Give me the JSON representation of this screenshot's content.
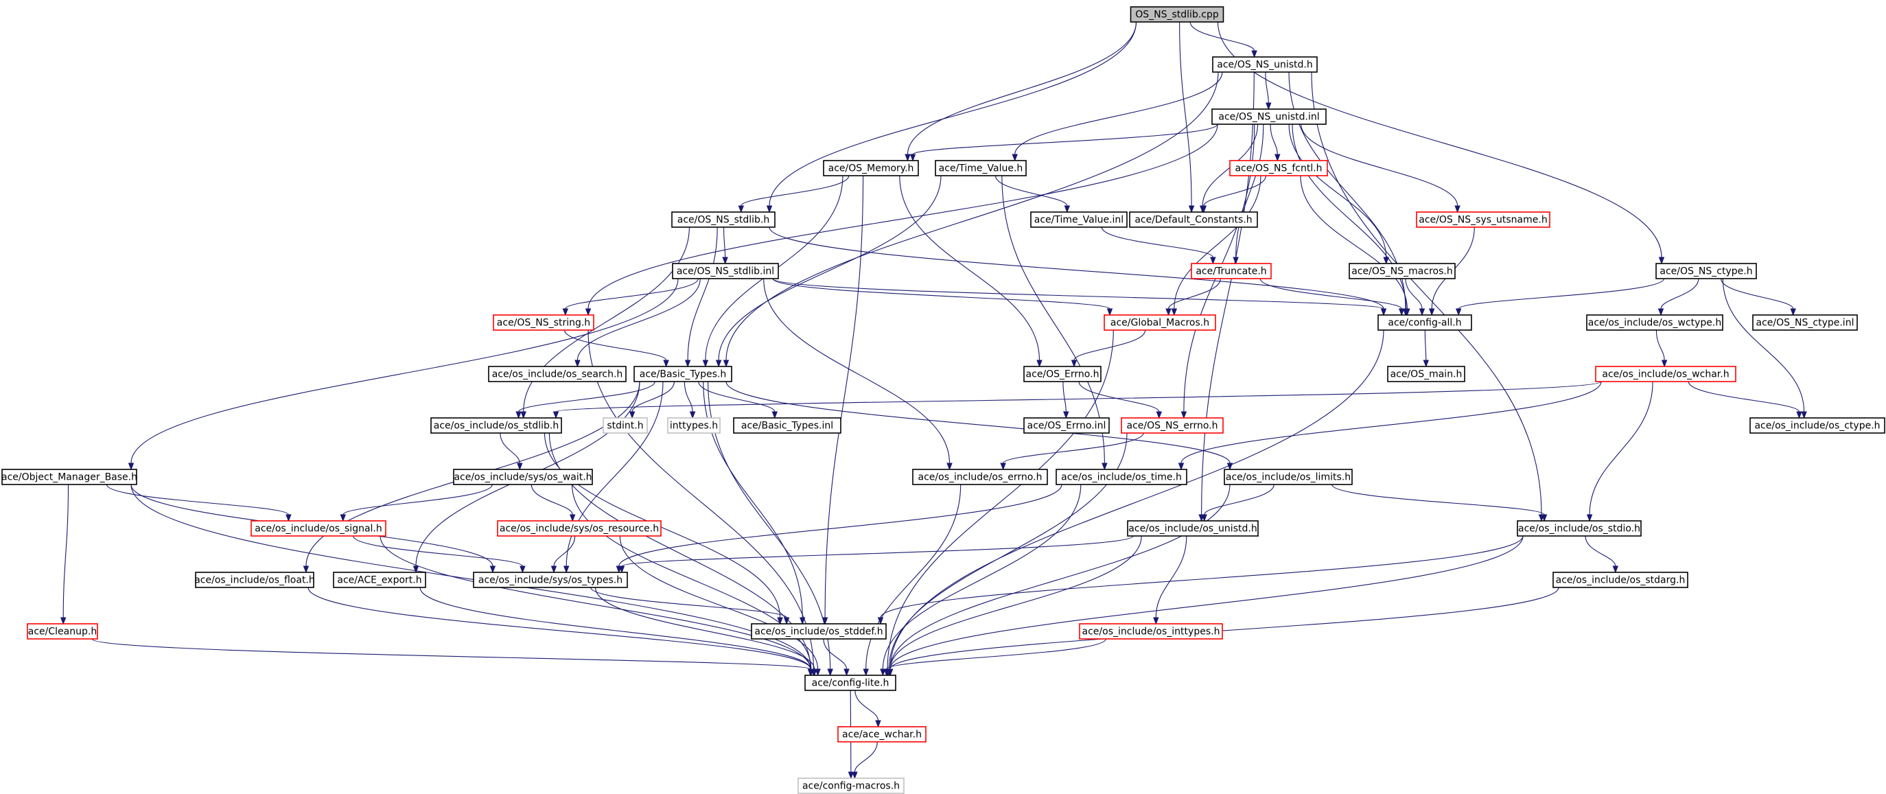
{
  "graph": {
    "nodes": [
      {
        "id": "root",
        "label": "OS_NS_stdlib.cpp",
        "style": "root"
      },
      {
        "id": "unistd_h",
        "label": "ace/OS_NS_unistd.h",
        "style": "black"
      },
      {
        "id": "unistd_inl",
        "label": "ace/OS_NS_unistd.inl",
        "style": "black"
      },
      {
        "id": "memory",
        "label": "ace/OS_Memory.h",
        "style": "black"
      },
      {
        "id": "timevalue",
        "label": "ace/Time_Value.h",
        "style": "black"
      },
      {
        "id": "fcntl",
        "label": "ace/OS_NS_fcntl.h",
        "style": "red"
      },
      {
        "id": "defconst",
        "label": "ace/Default_Constants.h",
        "style": "black"
      },
      {
        "id": "stdlib_h",
        "label": "ace/OS_NS_stdlib.h",
        "style": "black"
      },
      {
        "id": "timevalue_inl",
        "label": "ace/Time_Value.inl",
        "style": "black"
      },
      {
        "id": "utsname",
        "label": "ace/OS_NS_sys_utsname.h",
        "style": "red"
      },
      {
        "id": "stdlib_inl",
        "label": "ace/OS_NS_stdlib.inl",
        "style": "black"
      },
      {
        "id": "truncate",
        "label": "ace/Truncate.h",
        "style": "red"
      },
      {
        "id": "ns_macros",
        "label": "ace/OS_NS_macros.h",
        "style": "black"
      },
      {
        "id": "ctype_h",
        "label": "ace/OS_NS_ctype.h",
        "style": "black"
      },
      {
        "id": "ns_string",
        "label": "ace/OS_NS_string.h",
        "style": "red"
      },
      {
        "id": "globalmacros",
        "label": "ace/Global_Macros.h",
        "style": "red"
      },
      {
        "id": "configall",
        "label": "ace/config-all.h",
        "style": "black"
      },
      {
        "id": "os_wctype",
        "label": "ace/os_include/os_wctype.h",
        "style": "black"
      },
      {
        "id": "ctype_inl",
        "label": "ace/OS_NS_ctype.inl",
        "style": "black"
      },
      {
        "id": "os_search",
        "label": "ace/os_include/os_search.h",
        "style": "black"
      },
      {
        "id": "basictypes",
        "label": "ace/Basic_Types.h",
        "style": "black"
      },
      {
        "id": "oserrno",
        "label": "ace/OS_Errno.h",
        "style": "black"
      },
      {
        "id": "osmain",
        "label": "ace/OS_main.h",
        "style": "black"
      },
      {
        "id": "os_wchar",
        "label": "ace/os_include/os_wchar.h",
        "style": "red"
      },
      {
        "id": "os_stdlib",
        "label": "ace/os_include/os_stdlib.h",
        "style": "black"
      },
      {
        "id": "stdint",
        "label": "stdint.h",
        "style": "grey"
      },
      {
        "id": "inttypes",
        "label": "inttypes.h",
        "style": "grey"
      },
      {
        "id": "basictypes_inl",
        "label": "ace/Basic_Types.inl",
        "style": "black"
      },
      {
        "id": "oserrno_inl",
        "label": "ace/OS_Errno.inl",
        "style": "black"
      },
      {
        "id": "ns_errno",
        "label": "ace/OS_NS_errno.h",
        "style": "red"
      },
      {
        "id": "os_ctype",
        "label": "ace/os_include/os_ctype.h",
        "style": "black"
      },
      {
        "id": "objmgr",
        "label": "ace/Object_Manager_Base.h",
        "style": "black"
      },
      {
        "id": "sys_wait",
        "label": "ace/os_include/sys/os_wait.h",
        "style": "black"
      },
      {
        "id": "os_errno",
        "label": "ace/os_include/os_errno.h",
        "style": "black"
      },
      {
        "id": "os_time",
        "label": "ace/os_include/os_time.h",
        "style": "black"
      },
      {
        "id": "os_limits",
        "label": "ace/os_include/os_limits.h",
        "style": "black"
      },
      {
        "id": "os_signal",
        "label": "ace/os_include/os_signal.h",
        "style": "red"
      },
      {
        "id": "sys_resource",
        "label": "ace/os_include/sys/os_resource.h",
        "style": "red"
      },
      {
        "id": "os_unistd",
        "label": "ace/os_include/os_unistd.h",
        "style": "black"
      },
      {
        "id": "os_stdio",
        "label": "ace/os_include/os_stdio.h",
        "style": "black"
      },
      {
        "id": "os_float",
        "label": "ace/os_include/os_float.h",
        "style": "black"
      },
      {
        "id": "ace_export",
        "label": "ace/ACE_export.h",
        "style": "black"
      },
      {
        "id": "sys_types",
        "label": "ace/os_include/sys/os_types.h",
        "style": "black"
      },
      {
        "id": "os_stdarg",
        "label": "ace/os_include/os_stdarg.h",
        "style": "black"
      },
      {
        "id": "cleanup",
        "label": "ace/Cleanup.h",
        "style": "red"
      },
      {
        "id": "os_inttypes",
        "label": "ace/os_include/os_inttypes.h",
        "style": "red"
      },
      {
        "id": "os_stddef",
        "label": "ace/os_include/os_stddef.h",
        "style": "black"
      },
      {
        "id": "configlite",
        "label": "ace/config-lite.h",
        "style": "black"
      },
      {
        "id": "ace_wchar",
        "label": "ace/ace_wchar.h",
        "style": "red"
      },
      {
        "id": "configmacros",
        "label": "ace/config-macros.h",
        "style": "grey"
      }
    ],
    "edges": [
      [
        "root",
        "unistd_h"
      ],
      [
        "root",
        "memory"
      ],
      [
        "root",
        "defconst"
      ],
      [
        "root",
        "stdlib_h"
      ],
      [
        "root",
        "ctype_h"
      ],
      [
        "unistd_h",
        "unistd_inl"
      ],
      [
        "unistd_h",
        "basictypes"
      ],
      [
        "unistd_h",
        "configall"
      ],
      [
        "unistd_h",
        "os_unistd"
      ],
      [
        "unistd_h",
        "os_stdio"
      ],
      [
        "unistd_h",
        "timevalue"
      ],
      [
        "unistd_inl",
        "memory"
      ],
      [
        "unistd_inl",
        "fcntl"
      ],
      [
        "unistd_inl",
        "defconst"
      ],
      [
        "unistd_inl",
        "utsname"
      ],
      [
        "unistd_inl",
        "ns_macros"
      ],
      [
        "unistd_inl",
        "ns_string"
      ],
      [
        "unistd_inl",
        "ns_errno"
      ],
      [
        "unistd_inl",
        "truncate"
      ],
      [
        "unistd_inl",
        "configall"
      ],
      [
        "memory",
        "stdlib_h"
      ],
      [
        "memory",
        "basictypes"
      ],
      [
        "memory",
        "oserrno"
      ],
      [
        "memory",
        "os_stddef"
      ],
      [
        "timevalue",
        "timevalue_inl"
      ],
      [
        "timevalue",
        "basictypes"
      ],
      [
        "timevalue",
        "os_time"
      ],
      [
        "fcntl",
        "defconst"
      ],
      [
        "fcntl",
        "globalmacros"
      ],
      [
        "fcntl",
        "configall"
      ],
      [
        "stdlib_h",
        "stdlib_inl"
      ],
      [
        "stdlib_h",
        "basictypes"
      ],
      [
        "stdlib_h",
        "os_stdlib"
      ],
      [
        "stdlib_h",
        "configall"
      ],
      [
        "timevalue_inl",
        "truncate"
      ],
      [
        "utsname",
        "configall"
      ],
      [
        "stdlib_inl",
        "ns_string"
      ],
      [
        "stdlib_inl",
        "globalmacros"
      ],
      [
        "stdlib_inl",
        "configall"
      ],
      [
        "stdlib_inl",
        "os_search"
      ],
      [
        "stdlib_inl",
        "objmgr"
      ],
      [
        "stdlib_inl",
        "os_errno"
      ],
      [
        "truncate",
        "globalmacros"
      ],
      [
        "truncate",
        "configall"
      ],
      [
        "ns_macros",
        "configall"
      ],
      [
        "ctype_h",
        "configall"
      ],
      [
        "ctype_h",
        "os_wctype"
      ],
      [
        "ctype_h",
        "ctype_inl"
      ],
      [
        "ctype_h",
        "os_ctype"
      ],
      [
        "ns_string",
        "basictypes"
      ],
      [
        "ns_string",
        "configlite"
      ],
      [
        "globalmacros",
        "oserrno"
      ],
      [
        "globalmacros",
        "configlite"
      ],
      [
        "configall",
        "osmain"
      ],
      [
        "configall",
        "configlite"
      ],
      [
        "os_wctype",
        "os_wchar"
      ],
      [
        "basictypes",
        "stdint"
      ],
      [
        "basictypes",
        "inttypes"
      ],
      [
        "basictypes",
        "basictypes_inl"
      ],
      [
        "basictypes",
        "os_stdlib"
      ],
      [
        "basictypes",
        "os_limits"
      ],
      [
        "basictypes",
        "configlite"
      ],
      [
        "basictypes",
        "os_float"
      ],
      [
        "basictypes",
        "ace_export"
      ],
      [
        "basictypes",
        "sys_types"
      ],
      [
        "basictypes",
        "os_stddef"
      ],
      [
        "oserrno",
        "oserrno_inl"
      ],
      [
        "oserrno",
        "ns_errno"
      ],
      [
        "os_wchar",
        "os_stdlib"
      ],
      [
        "os_wchar",
        "os_ctype"
      ],
      [
        "os_wchar",
        "os_stdio"
      ],
      [
        "os_wchar",
        "os_time"
      ],
      [
        "os_stdlib",
        "sys_wait"
      ],
      [
        "os_stdlib",
        "os_stddef"
      ],
      [
        "os_stdlib",
        "configlite"
      ],
      [
        "ns_errno",
        "os_errno"
      ],
      [
        "ns_errno",
        "configlite"
      ],
      [
        "objmgr",
        "os_signal"
      ],
      [
        "objmgr",
        "cleanup"
      ],
      [
        "objmgr",
        "sys_types"
      ],
      [
        "objmgr",
        "configlite"
      ],
      [
        "sys_wait",
        "os_signal"
      ],
      [
        "sys_wait",
        "sys_resource"
      ],
      [
        "sys_wait",
        "configlite"
      ],
      [
        "os_errno",
        "configlite"
      ],
      [
        "os_time",
        "sys_types"
      ],
      [
        "os_time",
        "configlite"
      ],
      [
        "os_limits",
        "os_unistd"
      ],
      [
        "os_limits",
        "os_stdio"
      ],
      [
        "os_limits",
        "configlite"
      ],
      [
        "os_signal",
        "sys_types"
      ],
      [
        "os_signal",
        "configlite"
      ],
      [
        "sys_resource",
        "sys_types"
      ],
      [
        "sys_resource",
        "configlite"
      ],
      [
        "os_unistd",
        "sys_types"
      ],
      [
        "os_unistd",
        "os_inttypes"
      ],
      [
        "os_unistd",
        "configlite"
      ],
      [
        "os_stdio",
        "os_stdarg"
      ],
      [
        "os_stdio",
        "os_stddef"
      ],
      [
        "os_stdio",
        "configlite"
      ],
      [
        "os_float",
        "configlite"
      ],
      [
        "ace_export",
        "configlite"
      ],
      [
        "sys_types",
        "os_stddef"
      ],
      [
        "sys_types",
        "configlite"
      ],
      [
        "os_stdarg",
        "configlite"
      ],
      [
        "cleanup",
        "configlite"
      ],
      [
        "os_inttypes",
        "configlite"
      ],
      [
        "os_stddef",
        "configlite"
      ],
      [
        "configlite",
        "ace_wchar"
      ],
      [
        "configlite",
        "configmacros"
      ],
      [
        "ace_wchar",
        "configmacros"
      ]
    ]
  },
  "colors": {
    "edge": "#191970",
    "red_border": "#ff0000",
    "grey_border": "#bfbfbf",
    "root_fill": "#bfbfbf"
  }
}
